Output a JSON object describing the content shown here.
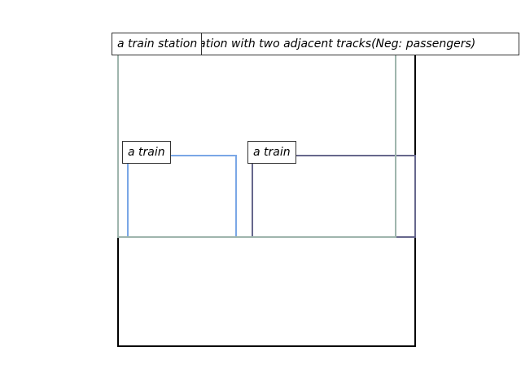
{
  "caption": "a rural train station with two adjacent tracks(Neg: passengers)",
  "boxes": [
    {
      "id": "frame",
      "label": "",
      "color": "#000000"
    },
    {
      "id": "train-station",
      "label": "a train station",
      "color": "#9fb5ad"
    },
    {
      "id": "train-left",
      "label": "a train",
      "color": "#7aa7e6"
    },
    {
      "id": "train-right",
      "label": "a train",
      "color": "#66678c"
    }
  ]
}
